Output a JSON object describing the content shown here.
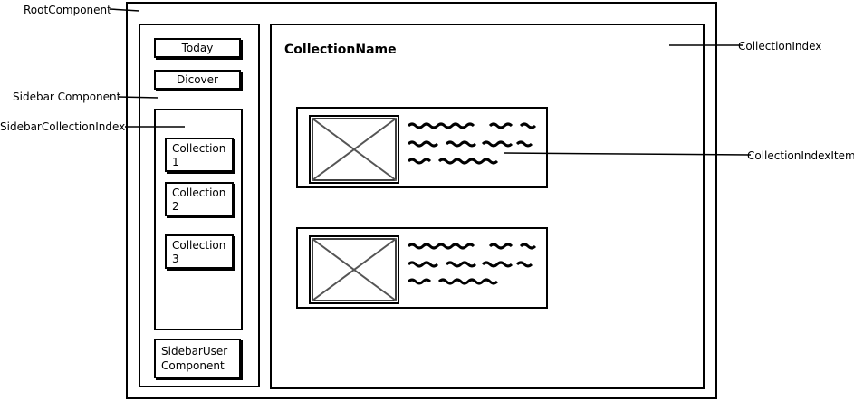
{
  "annotations": {
    "root_component": "RootComponent",
    "sidebar_component": "Sidebar Component",
    "sidebar_collection_index": "SidebarCollectionIndex",
    "collection_index": "CollectionIndex",
    "collection_index_item": "CollectionIndexItem"
  },
  "sidebar": {
    "today_label": "Today",
    "discover_label": "Dicover",
    "collections": [
      {
        "line1": "Collection",
        "line2": "1"
      },
      {
        "line1": "Collection",
        "line2": "2"
      },
      {
        "line1": "Collection",
        "line2": "3"
      }
    ],
    "user_component": {
      "line1": "SidebarUser",
      "line2": "Component"
    }
  },
  "main": {
    "collection_name": "CollectionName",
    "items_count": 2
  }
}
